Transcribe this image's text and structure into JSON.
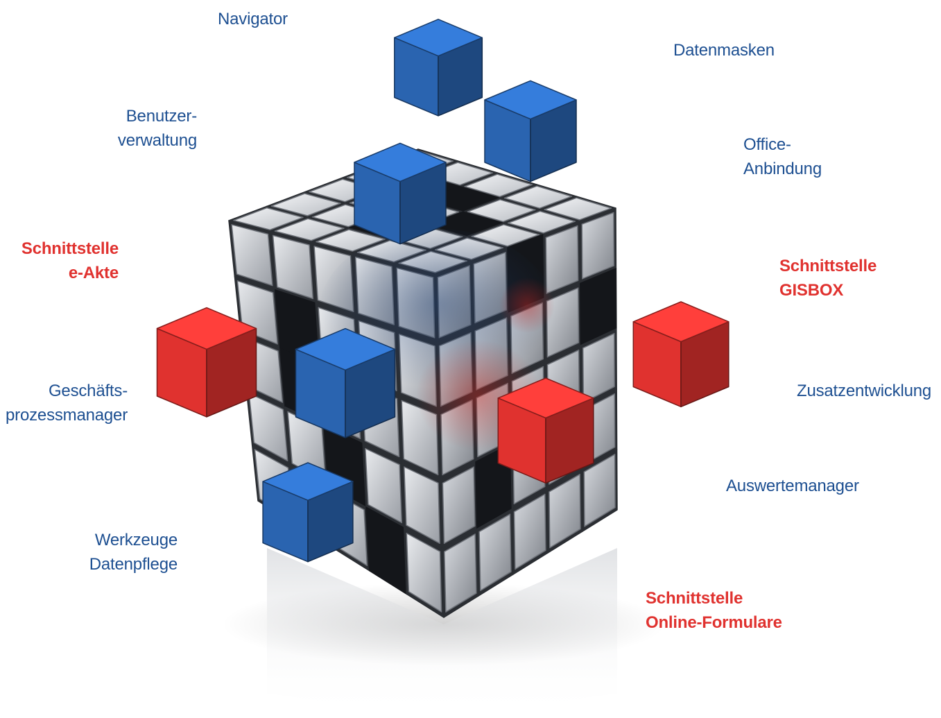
{
  "colors": {
    "module_text": "#1d4f91",
    "interface_text": "#e0322f",
    "blue_cube": "#2a64b0",
    "red_cube": "#e0322f",
    "silver_cube": "#c9ccd1"
  },
  "labels": {
    "navigator": "Navigator",
    "datenmasken": "Datenmasken",
    "benutzer_1": "Benutzer-",
    "benutzer_2": "verwaltung",
    "office_1": "Office-",
    "office_2": "Anbindung",
    "eakte_1": "Schnittstelle",
    "eakte_2": "e-Akte",
    "gisbox_1": "Schnittstelle",
    "gisbox_2": "GISBOX",
    "gp_1": "Geschäfts-",
    "gp_2": "prozessmanager",
    "zusatz": "Zusatzentwicklung",
    "auswerte": "Auswertemanager",
    "werkzeuge_1": "Werkzeuge",
    "werkzeuge_2": "Datenpflege",
    "online_1": "Schnittstelle",
    "online_2": "Online-Formulare"
  },
  "image": {
    "icon": "modular-cube-icon"
  }
}
